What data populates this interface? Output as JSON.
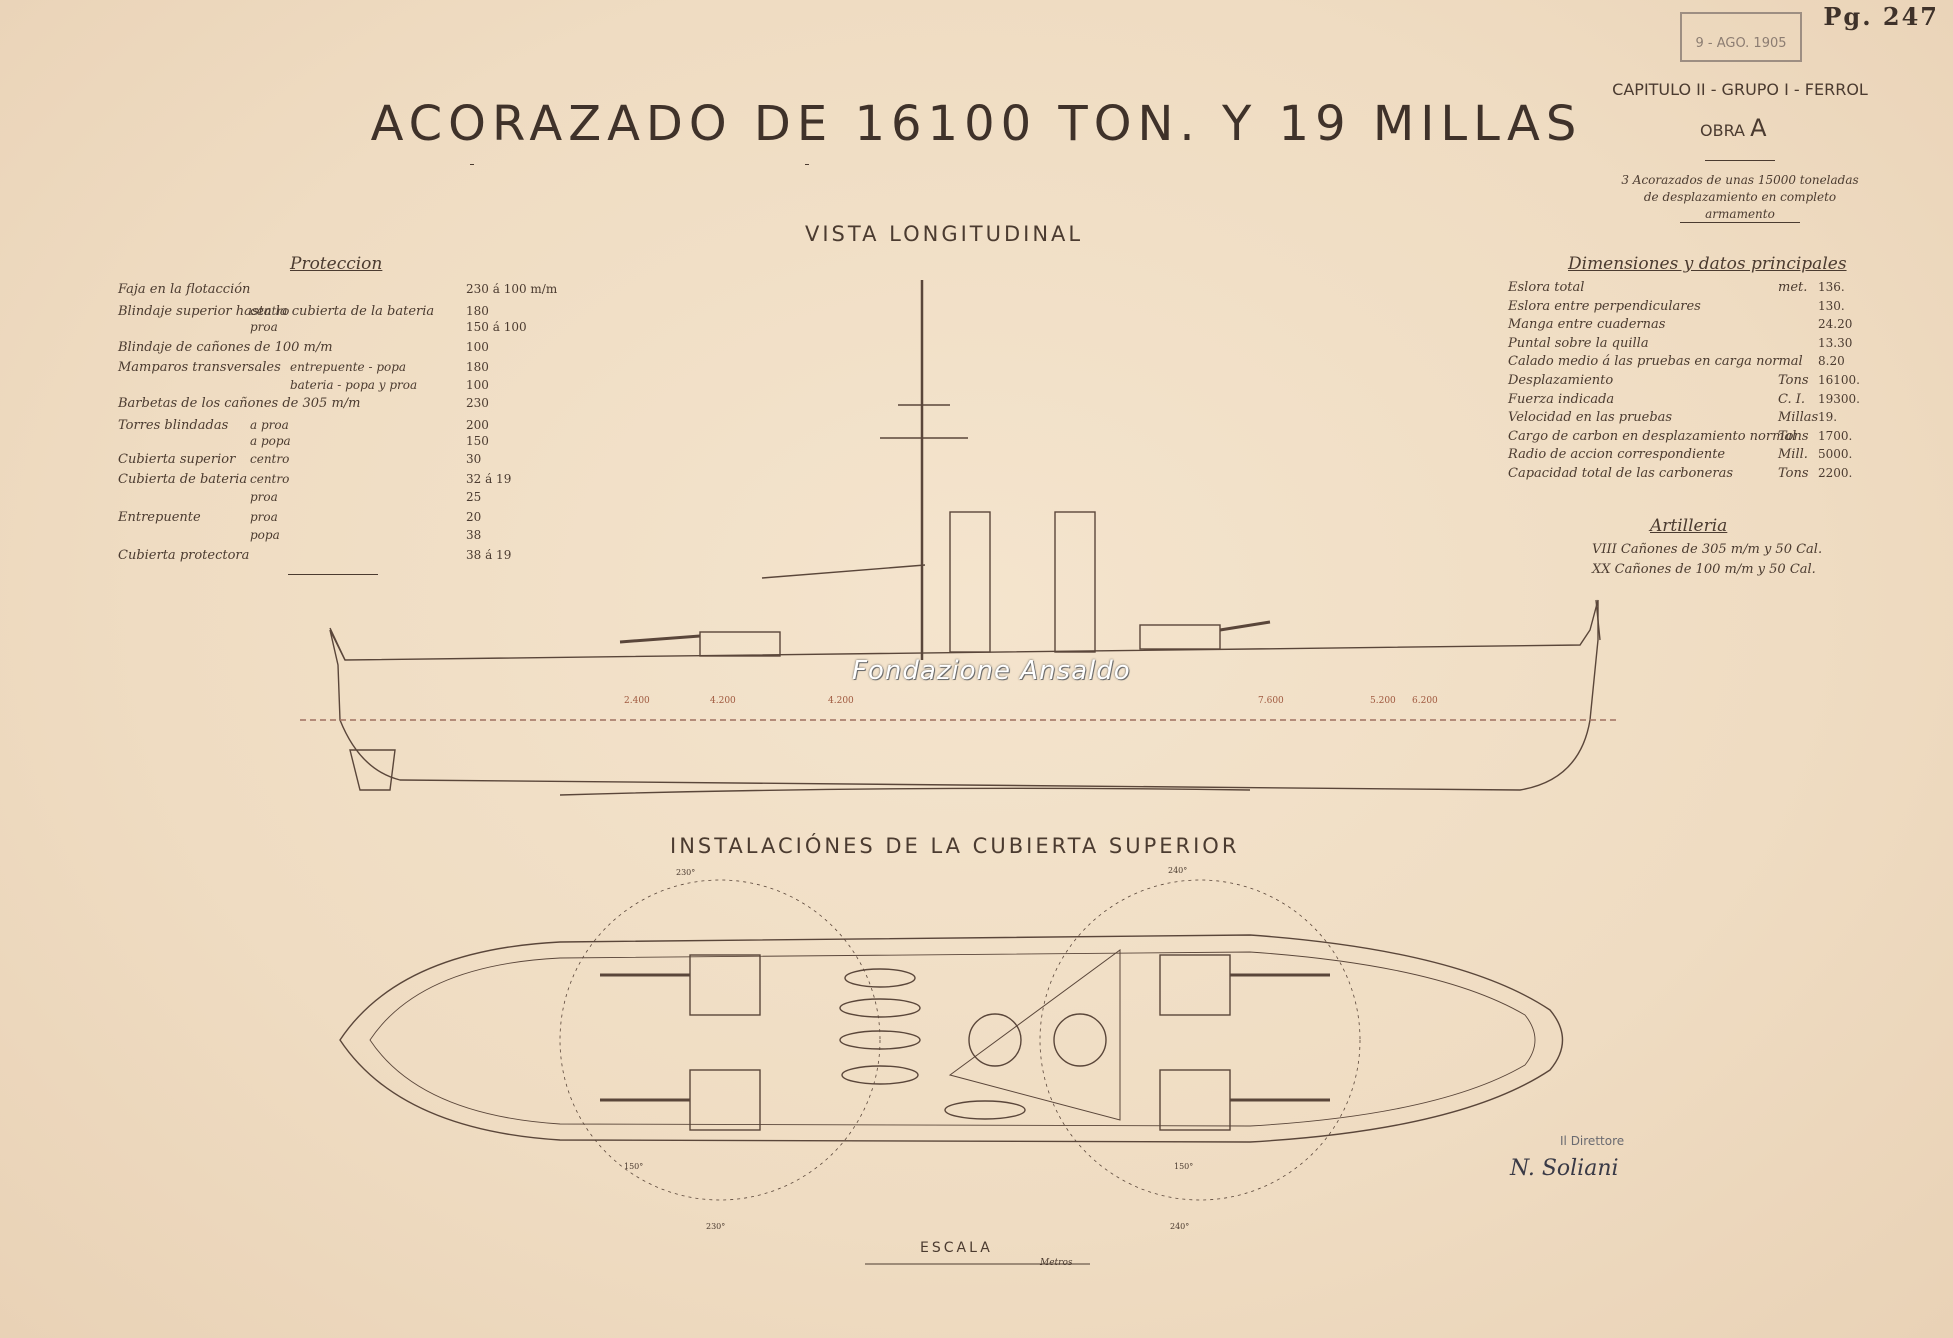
{
  "page_ref": "Pg. 247",
  "stamp": {
    "date": "9 - AGO. 1905"
  },
  "title": "ACORAZADO DE 16100 TON. Y 19 MILLAS",
  "header_right": {
    "capitulo": "CAPITULO II - GRUPO I - FERROL",
    "obra_label": "OBRA",
    "obra_letter": "A",
    "note_line1": "3 Acorazados de unas 15000 toneladas",
    "note_line2": "de desplazamiento en completo armamento"
  },
  "views": {
    "longitudinal": "VISTA LONGITUDINAL",
    "deck": "INSTALACIÓNES DE LA CUBIERTA SUPERIOR"
  },
  "protection": {
    "heading": "Proteccion",
    "rows": [
      {
        "label": "Faja en la flotacción",
        "sub": "",
        "value": "230 á 100 m/m"
      },
      {
        "label": "Blindaje superior hasta la cubierta de la bateria",
        "sub": "centro",
        "value": "180"
      },
      {
        "label": "",
        "sub": "proa",
        "value": "150 á 100"
      },
      {
        "label": "Blindaje de cañones de 100 m/m",
        "sub": "",
        "value": "100"
      },
      {
        "label": "Mamparos transversales",
        "sub": "entrepuente - popa",
        "value": "180"
      },
      {
        "label": "",
        "sub": "bateria - popa y proa",
        "value": "100"
      },
      {
        "label": "Barbetas de los cañones de 305 m/m",
        "sub": "",
        "value": "230"
      },
      {
        "label": "Torres blindadas",
        "sub": "a proa",
        "value": "200"
      },
      {
        "label": "",
        "sub": "a popa",
        "value": "150"
      },
      {
        "label": "Cubierta superior",
        "sub": "centro",
        "value": "30"
      },
      {
        "label": "Cubierta de bateria",
        "sub": "centro",
        "value": "32 á 19"
      },
      {
        "label": "",
        "sub": "proa",
        "value": "25"
      },
      {
        "label": "Entrepuente",
        "sub": "proa",
        "value": "20"
      },
      {
        "label": "",
        "sub": "popa",
        "value": "38"
      },
      {
        "label": "Cubierta protectora",
        "sub": "",
        "value": "38 á 19"
      }
    ]
  },
  "dimensions": {
    "heading": "Dimensiones y datos principales",
    "rows": [
      {
        "label": "Eslora total",
        "unit": "met.",
        "value": "136."
      },
      {
        "label": "Eslora entre perpendiculares",
        "unit": "",
        "value": "130."
      },
      {
        "label": "Manga entre cuadernas",
        "unit": "",
        "value": "24.20"
      },
      {
        "label": "Puntal sobre la quilla",
        "unit": "",
        "value": "13.30"
      },
      {
        "label": "Calado medio á las pruebas en carga normal",
        "unit": "",
        "value": "8.20"
      },
      {
        "label": "Desplazamiento",
        "unit": "Tons",
        "value": "16100."
      },
      {
        "label": "Fuerza indicada",
        "unit": "C. I.",
        "value": "19300."
      },
      {
        "label": "Velocidad en las pruebas",
        "unit": "Millas",
        "value": "19."
      },
      {
        "label": "Cargo de carbon en desplazamiento normal",
        "unit": "Tons",
        "value": "1700."
      },
      {
        "label": "Radio de accion correspondiente",
        "unit": "Mill.",
        "value": "5000."
      },
      {
        "label": "Capacidad total de las carboneras",
        "unit": "Tons",
        "value": "2200."
      }
    ]
  },
  "artillery": {
    "heading": "Artilleria",
    "rows": [
      "VIII Cañones de 305 m/m y 50 Cal.",
      "XX Cañones de 100 m/m y 50 Cal."
    ]
  },
  "profile_marks": [
    "2.400",
    "4.200",
    "4.200",
    "7.600",
    "5.200",
    "6.200"
  ],
  "arc_labels": [
    "230°",
    "240°",
    "150°",
    "150°",
    "230°",
    "240°"
  ],
  "watermark": "Fondazione Ansaldo",
  "director_label": "Il Direttore",
  "signature": "N. Soliani",
  "scale": {
    "label": "ESCALA",
    "unit": "Metros"
  },
  "colors": {
    "paper": "#f1dfc6",
    "ink": "#4b3b30"
  }
}
